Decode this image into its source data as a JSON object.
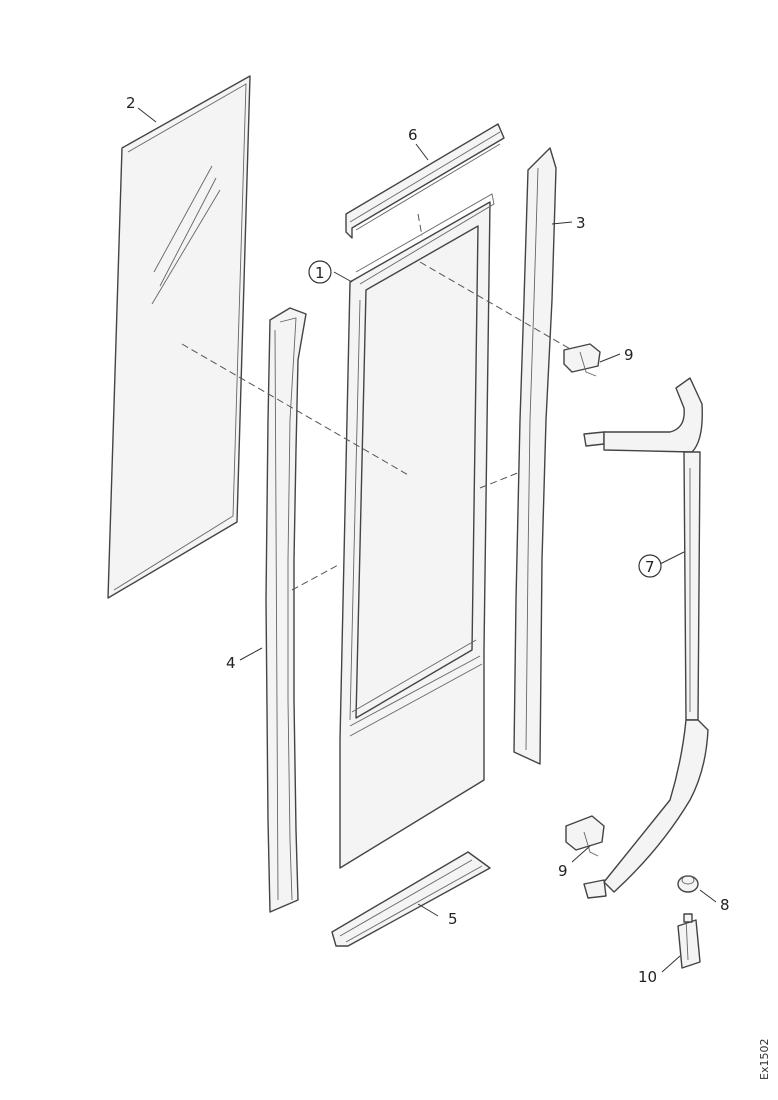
{
  "callouts": {
    "c1": "1",
    "c2": "2",
    "c3": "3",
    "c4": "4",
    "c5": "5",
    "c6": "6",
    "c7": "7",
    "c8": "8",
    "c9a": "9",
    "c9b": "9",
    "c10": "10"
  },
  "reference_code": "Ex1502"
}
